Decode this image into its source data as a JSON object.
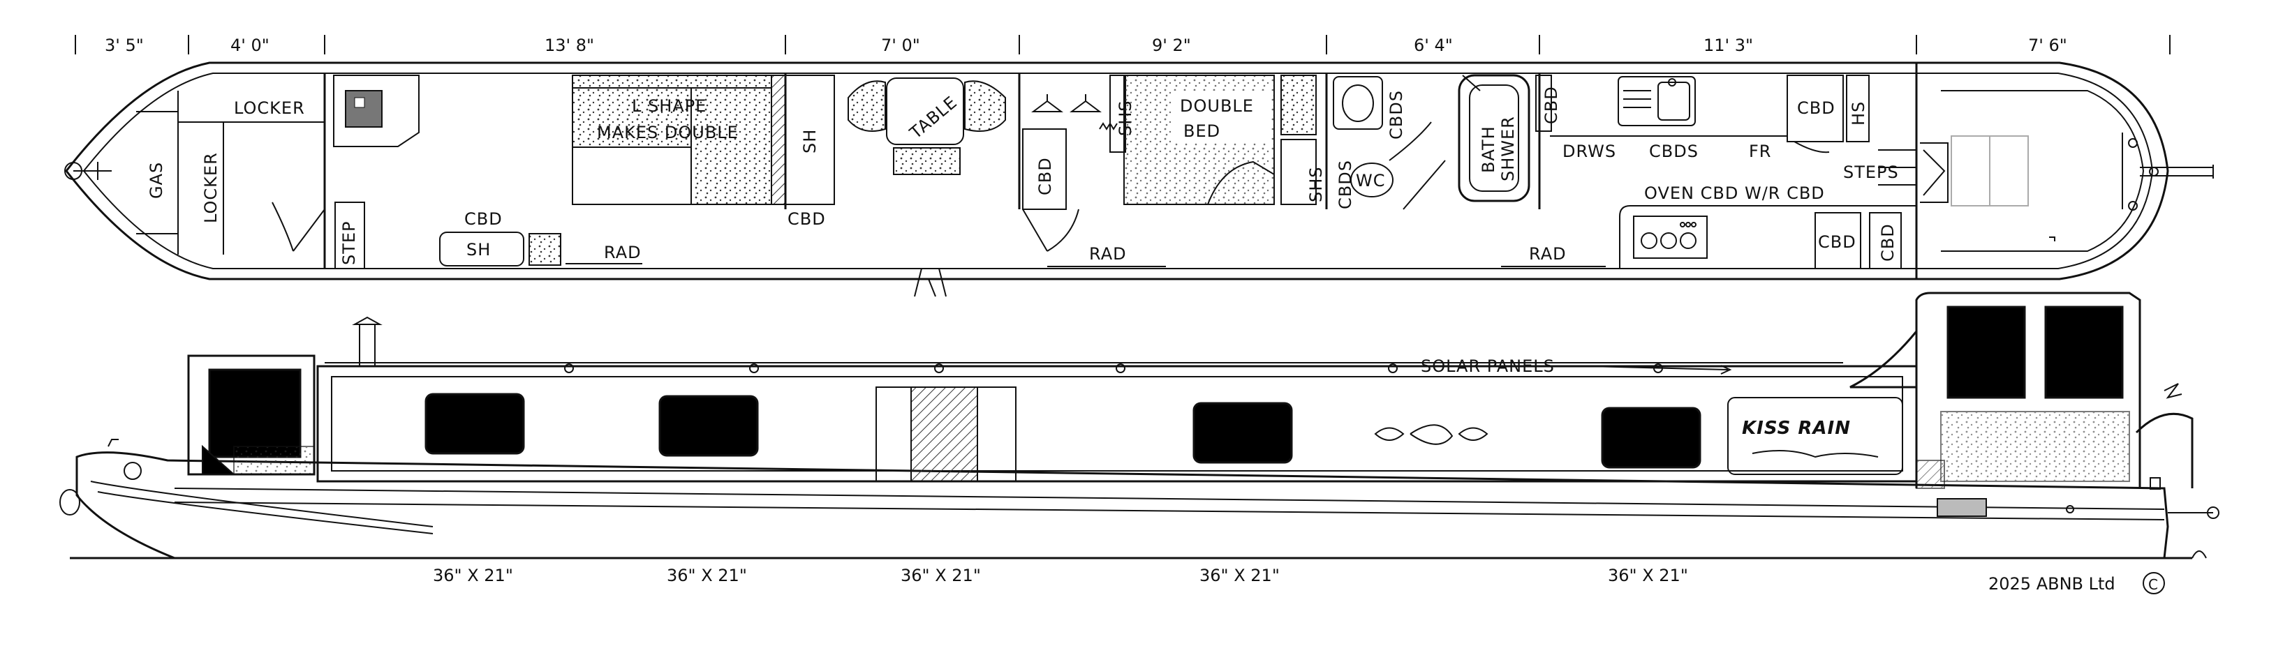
{
  "dimensions": {
    "segments": [
      "3' 5\"",
      "4' 0\"",
      "13' 8\"",
      "7' 0\"",
      "9' 2\"",
      "6' 4\"",
      "11' 3\"",
      "7' 6\""
    ]
  },
  "plan_labels": {
    "gas": "GAS",
    "locker_top": "LOCKER",
    "locker_side": "LOCKER",
    "step": "STEP",
    "cbd_left": "CBD",
    "sh_left": "SH",
    "rad_left": "RAD",
    "l_shape_1": "L SHAPE",
    "l_shape_2": "MAKES DOUBLE",
    "sh_mid": "SH",
    "cbd_mid": "CBD",
    "table": "TABLE",
    "cbd_wardrobe": "CBD",
    "shs_bed": "SHS",
    "double_1": "DOUBLE",
    "double_2": "BED",
    "rad_mid": "RAD",
    "shs_bath": "SHS",
    "cbds_basin": "CBDS",
    "cbds_wc": "CBDS",
    "wc": "WC",
    "bath_1": "BATH",
    "bath_2": "SHWER",
    "cbd_bath": "CBD",
    "drws": "DRWS",
    "cbds_galley": "CBDS",
    "fr": "FR",
    "oven_row": "OVEN  CBD  W/R  CBD",
    "rad_right": "RAD",
    "cbd_galley_1": "CBD",
    "hs": "HS",
    "steps": "STEPS",
    "cbd_galley_2": "CBD",
    "cbd_galley_3": "CBD"
  },
  "elevation": {
    "solar_panels": "SOLAR PANELS",
    "boat_name": "KISS RAIN",
    "window_sizes": [
      "36\" X 21\"",
      "36\" X 21\"",
      "36\" X 21\"",
      "36\" X 21\"",
      "36\" X 21\""
    ]
  },
  "copyright": "2025 ABNB Ltd",
  "copyright_symbol": "C"
}
